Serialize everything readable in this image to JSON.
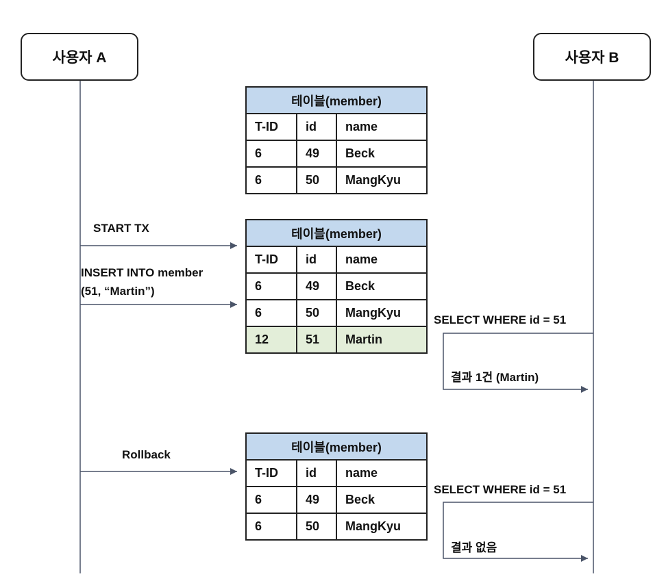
{
  "actors": {
    "a": "사용자 A",
    "b": "사용자 B"
  },
  "tables": [
    {
      "title": "테이블(member)",
      "headers": [
        "T-ID",
        "id",
        "name"
      ],
      "rows": [
        [
          "6",
          "49",
          "Beck"
        ],
        [
          "6",
          "50",
          "MangKyu"
        ]
      ]
    },
    {
      "title": "테이블(member)",
      "headers": [
        "T-ID",
        "id",
        "name"
      ],
      "rows": [
        [
          "6",
          "49",
          "Beck"
        ],
        [
          "6",
          "50",
          "MangKyu"
        ],
        [
          "12",
          "51",
          "Martin"
        ]
      ]
    },
    {
      "title": "테이블(member)",
      "headers": [
        "T-ID",
        "id",
        "name"
      ],
      "rows": [
        [
          "6",
          "49",
          "Beck"
        ],
        [
          "6",
          "50",
          "MangKyu"
        ]
      ]
    }
  ],
  "messages": {
    "start_tx": "START TX",
    "insert_line1": "INSERT INTO member",
    "insert_line2": "(51, “Martin”)",
    "select1": "SELECT WHERE id = 51",
    "result1": "결과 1건 (Martin)",
    "rollback": "Rollback",
    "select2": "SELECT WHERE id = 51",
    "result2": "결과 없음"
  },
  "colors": {
    "line": "#4a5468",
    "table_header": "#c3d8ee",
    "highlight_row": "#e3eed9"
  }
}
